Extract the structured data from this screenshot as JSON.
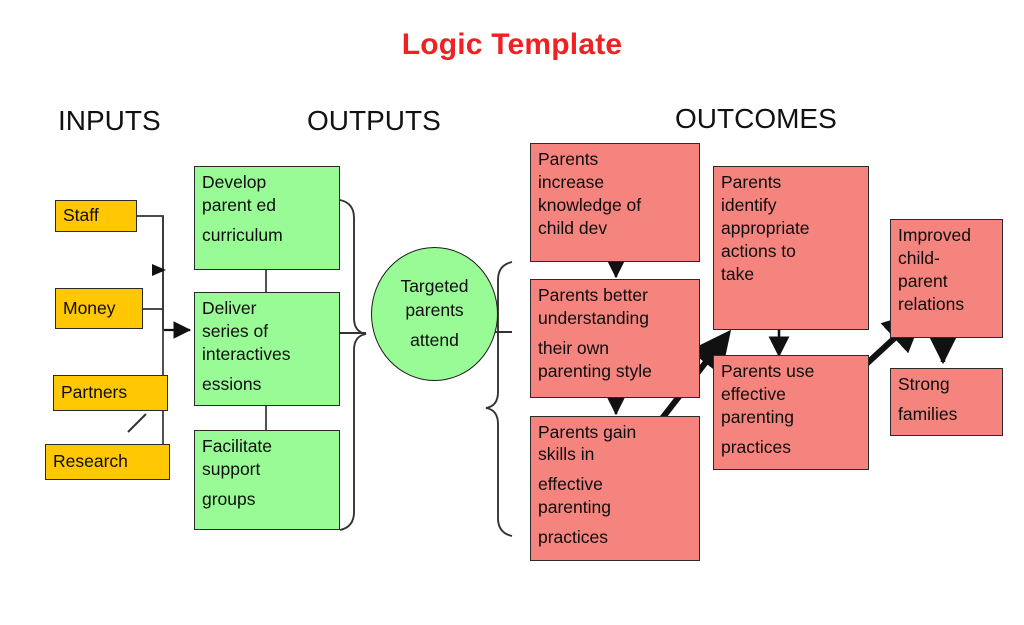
{
  "title": "Logic Template",
  "title_color": "#ee2222",
  "palette": {
    "inputs_fill": "#FFC802",
    "outputs_fill": "#99FB96",
    "outcomes_fill": "#F5847E",
    "stroke": "#2a2a2a",
    "background": "#ffffff"
  },
  "headers": {
    "inputs": "INPUTS",
    "outputs": "OUTPUTS",
    "outcomes": "OUTCOMES"
  },
  "inputs": [
    {
      "label": "Staff"
    },
    {
      "label": "Money"
    },
    {
      "label": "Partners"
    },
    {
      "label": "Research"
    }
  ],
  "outputs": {
    "activities": [
      {
        "lines": [
          "Develop",
          "parent ed",
          "curriculum"
        ]
      },
      {
        "lines": [
          "Deliver",
          "series of",
          "interactives",
          "essions"
        ]
      },
      {
        "lines": [
          "Facilitate",
          "support",
          "groups"
        ]
      }
    ],
    "participation": {
      "lines": [
        "Targeted",
        "parents",
        "attend"
      ]
    }
  },
  "outcomes": {
    "short_term": [
      {
        "lines": [
          "Parents",
          "increase",
          "knowledge of",
          "child dev"
        ]
      },
      {
        "lines": [
          "Parents better",
          "understanding",
          "their own",
          "parenting style"
        ]
      },
      {
        "lines": [
          "Parents gain",
          "skills in",
          "effective",
          "parenting",
          "practices"
        ]
      }
    ],
    "medium_term": [
      {
        "lines": [
          "Parents",
          "identify",
          "appropriate",
          "actions to",
          "take"
        ]
      },
      {
        "lines": [
          "Parents use",
          "effective",
          "parenting",
          "practices"
        ]
      }
    ],
    "long_term": [
      {
        "lines": [
          "Improved",
          "child-",
          "parent",
          "relations"
        ]
      },
      {
        "lines": [
          "Strong",
          "families"
        ]
      }
    ]
  }
}
